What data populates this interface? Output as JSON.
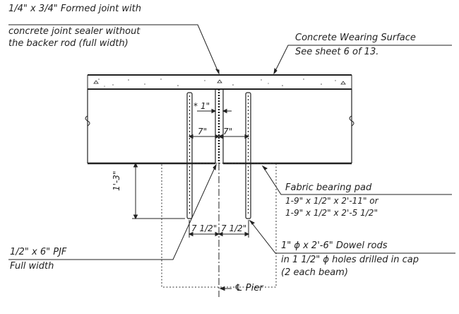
{
  "joint_note": {
    "line1": "1/4\" x 3/4\" Formed joint with",
    "line2": "concrete joint sealer without",
    "line3": "the backer rod (full width)"
  },
  "wearing_surface_note": {
    "line1": "Concrete Wearing Surface",
    "line2": "See sheet 6 of 13."
  },
  "dimensions": {
    "gap": "1\"",
    "gap_marker": "*",
    "left_offset": "7\"",
    "right_offset": "7\"",
    "embed_depth": "1'-3\"",
    "bottom_left": "7 1/2\"",
    "bottom_right": "7 1/2\""
  },
  "bearing_pad_note": {
    "line1": "Fabric bearing pad",
    "line2": "1-9\" x 1/2\" x 2'-11\" or",
    "line3": "1-9\" x 1/2\" x 2'-5 1/2\""
  },
  "pjf_note": {
    "line1": "1/2\" x 6\" PJF",
    "line2": "Full width"
  },
  "dowel_note": {
    "line1": "1\" ϕ x 2'-6\" Dowel rods",
    "line2": "in 1 1/2\" ϕ holes drilled in cap",
    "line3": "(2 each beam)"
  },
  "pier_label": "℄ Pier"
}
